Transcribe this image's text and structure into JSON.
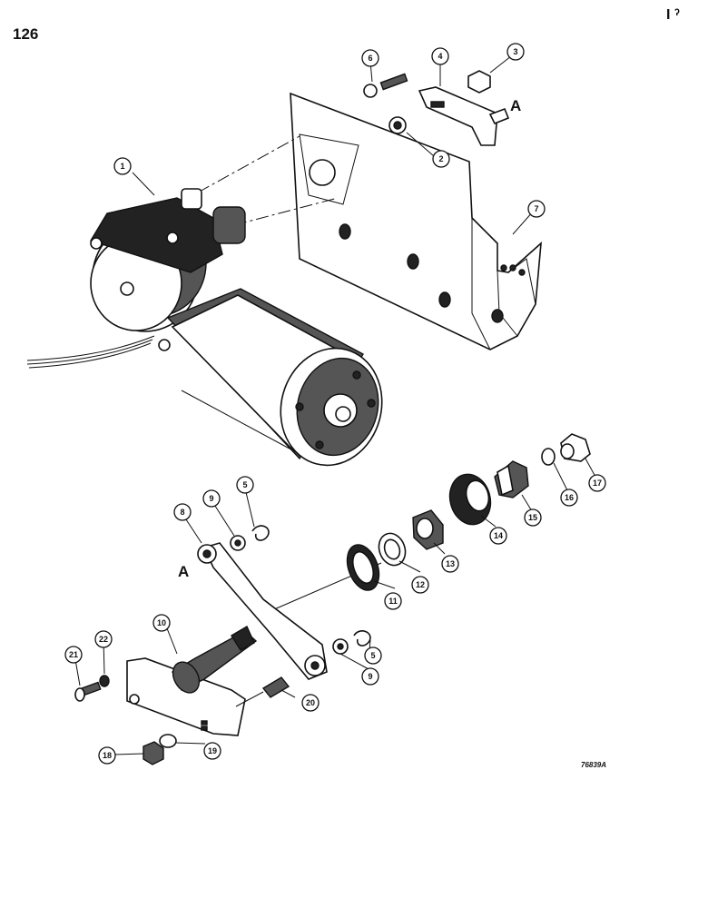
{
  "page": {
    "number": "126",
    "corner_mark": "I ˀ",
    "ref_code": "76839A"
  },
  "diagram": {
    "labels": [
      "A",
      "A"
    ],
    "callouts": [
      "1",
      "2",
      "3",
      "4",
      "5",
      "5",
      "6",
      "7",
      "8",
      "9",
      "9",
      "10",
      "11",
      "12",
      "13",
      "14",
      "15",
      "16",
      "17",
      "18",
      "19",
      "20",
      "21",
      "22"
    ]
  }
}
